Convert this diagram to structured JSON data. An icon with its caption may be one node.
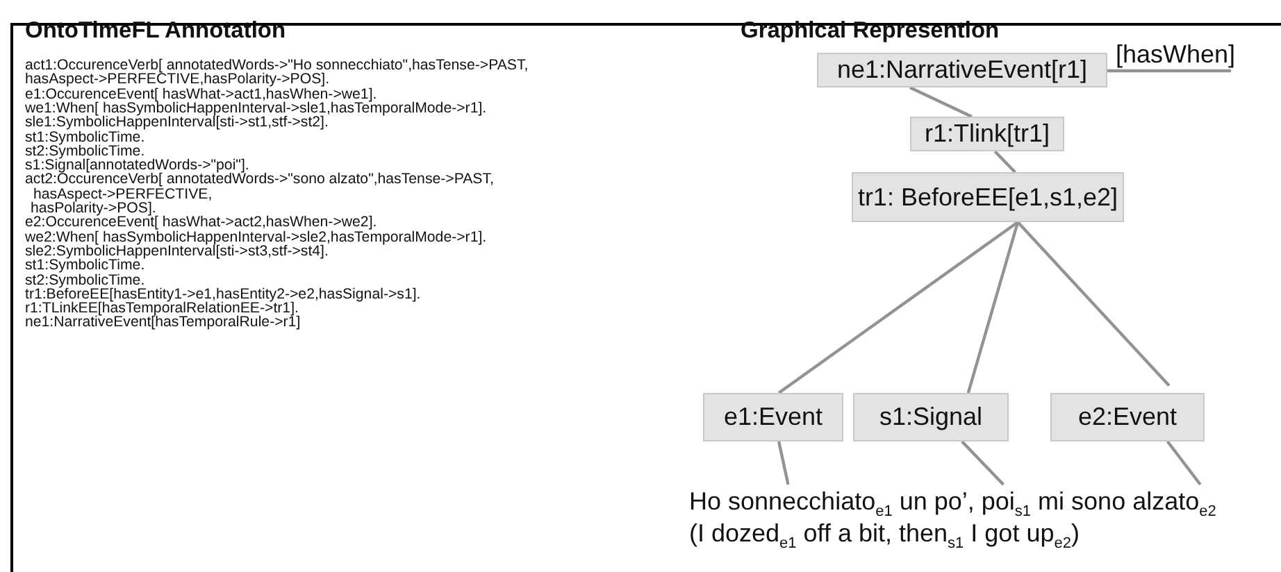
{
  "diagram": {
    "nodes": [
      {
        "text": [
          "ne1:NarrativeEvent[r1]"
        ]
      },
      {
        "text": [
          "r1:Tlink[tr1]"
        ]
      },
      {
        "text": [
          "tr1: BeforeEE[e1,s1,e2]"
        ]
      },
      {
        "text": [
          "e1:Event"
        ]
      },
      {
        "text": [
          "s1:Signal"
        ]
      },
      {
        "text": [
          "e2:Event"
        ]
      },
      {
        "text": [
          "[hasWhen]"
        ]
      },
      {
        "text": [
          "Ho sonnecchiato$_{e1}$ un po’, poi$_{s1}$ mi sono alzato$_{e2}$"
        ]
      }
    ],
    "edges": [
      {
        "from": 0,
        "to": 6,
        "arrow": "none"
      },
      {
        "from": 0,
        "to": 1,
        "arrow": "none"
      },
      {
        "from": 1,
        "to": 2,
        "arrow": "none"
      },
      {
        "from": 2,
        "to": 3,
        "arrow": "none"
      },
      {
        "from": 2,
        "to": 4,
        "arrow": "none"
      },
      {
        "from": 2,
        "to": 5,
        "arrow": "none"
      },
      {
        "from": 3,
        "to": 7,
        "arrow": "none"
      },
      {
        "from": 4,
        "to": 7,
        "arrow": "none"
      },
      {
        "from": 5,
        "to": 7,
        "arrow": "none"
      }
    ],
    "labels": [
      "OntoTimeFL Annotation",
      "act1:OccurenceVerb[ annotatedWords->\"Ho sonnecchiato\",hasTense->PAST,",
      "hasAspect->PERFECTIVE,hasPolarity->POS].",
      "e1:OccurenceEvent[ hasWhat->act1,hasWhen->we1].",
      "we1:When[ hasSymbolicHappenInterval->sle1,hasTemporalMode->r1].",
      "sle1:SymbolicHappenInterval[sti->st1,stf->st2].",
      "st1:SymbolicTime.",
      "st2:SymbolicTime.",
      "s1:Signal[annotatedWords->\"poi\"].",
      "act2:OccurenceVerb[ annotatedWords->\"sono alzato\",hasTense->PAST,",
      "hasAspect->PERFECTIVE,",
      "hasPolarity->POS].",
      "e2:OccurenceEvent[ hasWhat->act2,hasWhen->we2].",
      "we2:When[ hasSymbolicHappenInterval->sle2,hasTemporalMode->r1].",
      "sle2:SymbolicHappenInterval[sti->st3,stf->st4].",
      "st1:SymbolicTime.",
      "st2:SymbolicTime.",
      "tr1:BeforeEE[hasEntity1->e1,hasEntity2->e2,hasSignal->s1].",
      "r1:TLinkEE[hasTemporalRelationEE->tr1].",
      "ne1:NarrativeEvent[hasTemporalRule->r1]",
      "Graphical Represention",
      "(I dozed$_{e1}$ off a bit, then$_{s1}$ I got up$_{e2}$)"
    ]
  }
}
